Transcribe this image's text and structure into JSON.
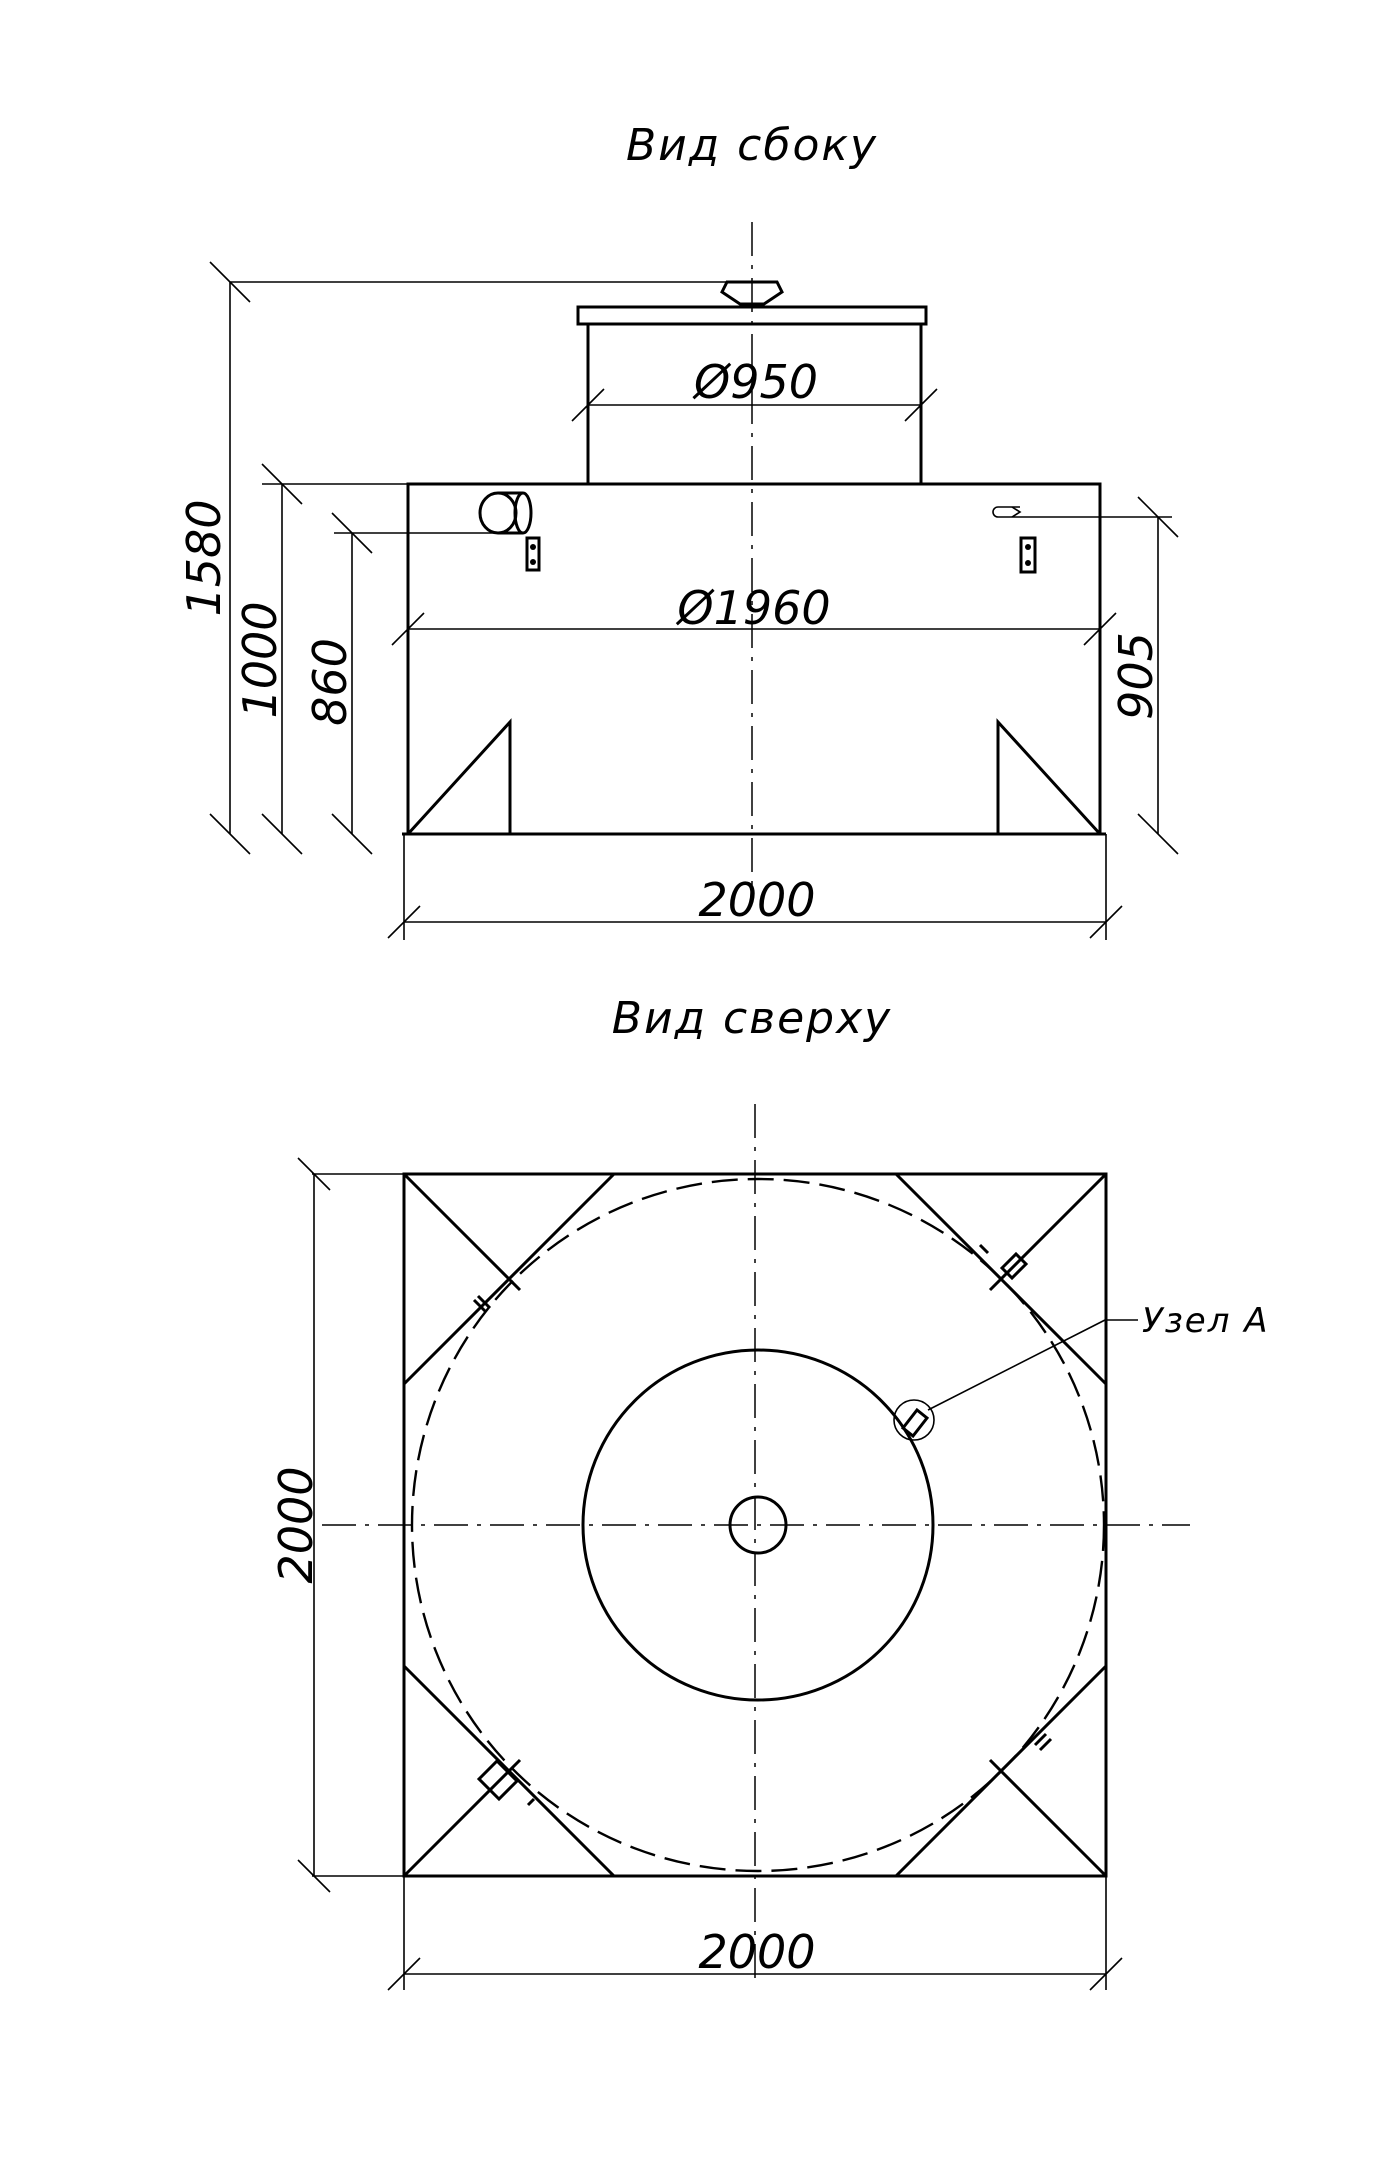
{
  "titles": {
    "side_view": "Вид сбоку",
    "top_view": "Вид сверху"
  },
  "side_dims": {
    "total_height": "1580",
    "body_height": "1000",
    "inlet_height": "860",
    "outlet_height": "905",
    "neck_diameter": "Ø950",
    "body_diameter": "Ø1960",
    "base_width": "2000"
  },
  "top_dims": {
    "side": "2000",
    "width": "2000"
  },
  "callout": {
    "label": "Узел А"
  }
}
